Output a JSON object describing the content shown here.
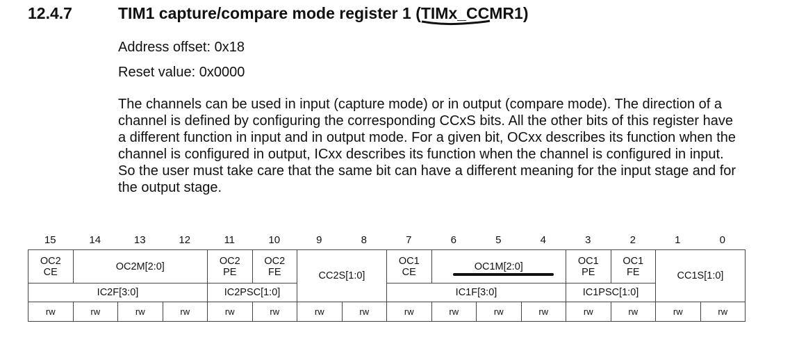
{
  "section": {
    "number": "12.4.7",
    "title_prefix": "TIM1 capture/compare mode register 1 (",
    "register": "TIMx_CCMR1",
    "title_suffix": ")"
  },
  "address_offset": "Address offset: 0x18",
  "reset_value": "Reset value: 0x0000",
  "description": "The channels can be used in input (capture mode) or in output (compare mode). The direction of a channel is defined by configuring the corresponding CCxS bits. All the other bits of this register have a different function in input and in output mode. For a given bit, OCxx describes its function when the channel is configured in output, ICxx describes its function when the channel is configured in input. So the user must take care that the same bit can have a different meaning for the input stage and for the output stage.",
  "bits": [
    "15",
    "14",
    "13",
    "12",
    "11",
    "10",
    "9",
    "8",
    "7",
    "6",
    "5",
    "4",
    "3",
    "2",
    "1",
    "0"
  ],
  "output_fields": [
    "OC2\nCE",
    "OC2M[2:0]",
    "OC2\nPE",
    "OC2\nFE",
    "CC2S[1:0]",
    "OC1\nCE",
    "OC1M[2:0]",
    "OC1\nPE",
    "OC1\nFE",
    "CC1S[1:0]"
  ],
  "input_fields": [
    "IC2F[3:0]",
    "IC2PSC[1:0]",
    "IC1F[3:0]",
    "IC1PSC[1:0]"
  ],
  "access": [
    "rw",
    "rw",
    "rw",
    "rw",
    "rw",
    "rw",
    "rw",
    "rw",
    "rw",
    "rw",
    "rw",
    "rw",
    "rw",
    "rw",
    "rw",
    "rw"
  ]
}
